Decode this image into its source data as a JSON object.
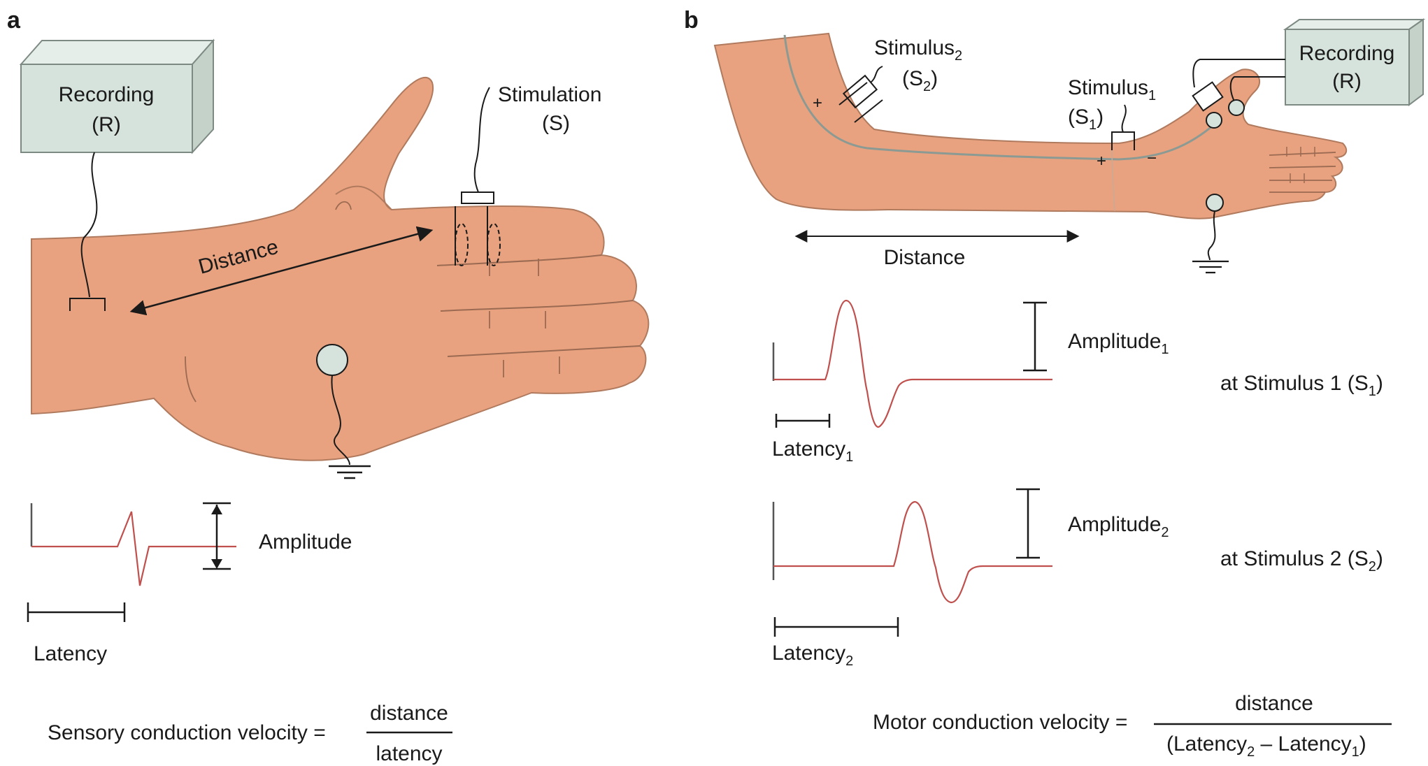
{
  "panel_a": {
    "letter": "a",
    "recording_line1": "Recording",
    "recording_line2": "(R)",
    "stimulation_line1": "Stimulation",
    "stimulation_line2": "(S)",
    "distance": "Distance",
    "amplitude": "Amplitude",
    "latency": "Latency",
    "formula_lhs": "Sensory conduction velocity =",
    "formula_num": "distance",
    "formula_den": "latency"
  },
  "panel_b": {
    "letter": "b",
    "stim2_base": "Stimulus",
    "stim2_sub": "2",
    "stim2_paren_open": "(S",
    "stim2_paren_sub": "2",
    "stim2_paren_close": ")",
    "stim1_base": "Stimulus",
    "stim1_sub": "1",
    "stim1_paren_open": "(S",
    "stim1_paren_sub": "1",
    "stim1_paren_close": ")",
    "recording_line1": "Recording",
    "recording_line2": "(R)",
    "plus": "+",
    "minus": "−",
    "distance": "Distance",
    "amp1_base": "Amplitude",
    "amp1_sub": "1",
    "amp2_base": "Amplitude",
    "amp2_sub": "2",
    "lat1_base": "Latency",
    "lat1_sub": "1",
    "lat2_base": "Latency",
    "lat2_sub": "2",
    "at1_text": "at Stimulus 1 (S",
    "at1_sub": "1",
    "at1_close": ")",
    "at2_text": "at Stimulus 2 (S",
    "at2_sub": "2",
    "at2_close": ")",
    "formula_lhs": "Motor conduction velocity =",
    "formula_num": "distance",
    "formula_den_open": "(Latency",
    "formula_den_sub2": "2",
    "formula_den_mid": " – Latency",
    "formula_den_sub1": "1",
    "formula_den_close": ")"
  },
  "colors": {
    "skin": "#e8a27f",
    "skin_outline": "#b07a5e",
    "box_fill": "#d6e2dc",
    "box_top": "#e6eee9",
    "trace": "#c0504d",
    "ink": "#1a1a1a"
  }
}
